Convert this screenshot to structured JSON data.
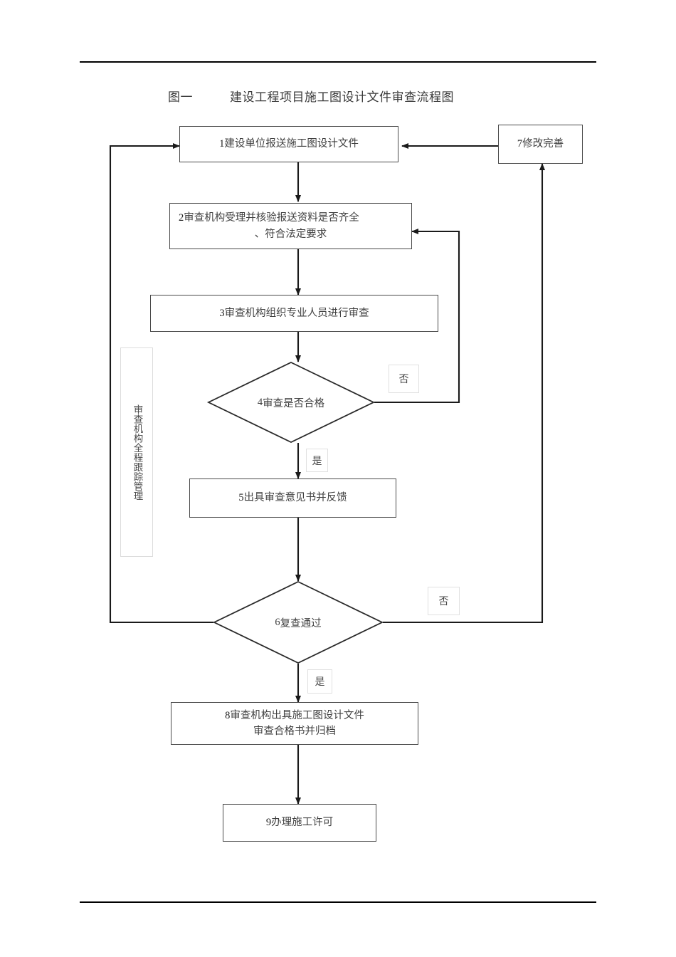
{
  "document": {
    "title_prefix": "图一",
    "title_main": "建设工程项目施工图设计文件审查流程图"
  },
  "flowchart": {
    "type": "flowchart",
    "nodes": [
      {
        "id": "n1",
        "shape": "rect",
        "number": "1",
        "lines": [
          "建设单位报送施工图设计文件"
        ]
      },
      {
        "id": "n2",
        "shape": "rect",
        "number": "2",
        "lines": [
          "审查机构受理并核验报送资料是否齐全",
          "、符合法定要求"
        ]
      },
      {
        "id": "n3",
        "shape": "rect",
        "number": "3",
        "lines": [
          "审查机构组织专业人员进行审查"
        ]
      },
      {
        "id": "n4",
        "shape": "diamond",
        "number": "4",
        "lines": [
          "审查是否合格"
        ]
      },
      {
        "id": "n5",
        "shape": "rect",
        "number": "5",
        "lines": [
          "出具审查意见书并反馈"
        ]
      },
      {
        "id": "n6",
        "shape": "diamond",
        "number": "6",
        "lines": [
          "复查通过"
        ]
      },
      {
        "id": "n7",
        "shape": "rect",
        "number": "7",
        "lines": [
          "修改完善"
        ]
      },
      {
        "id": "n8",
        "shape": "rect",
        "number": "8",
        "lines": [
          "审查机构出具施工图设计文件",
          "审查合格书并归档"
        ]
      },
      {
        "id": "n9",
        "shape": "rect",
        "number": "9",
        "lines": [
          "办理施工许可"
        ]
      }
    ],
    "edge_labels": {
      "d4_no": "否",
      "d4_yes": "是",
      "d6_no": "否",
      "d6_yes": "是"
    },
    "annotation": {
      "id": "vertical-note",
      "text": "审查机构全程跟踪管理"
    }
  }
}
